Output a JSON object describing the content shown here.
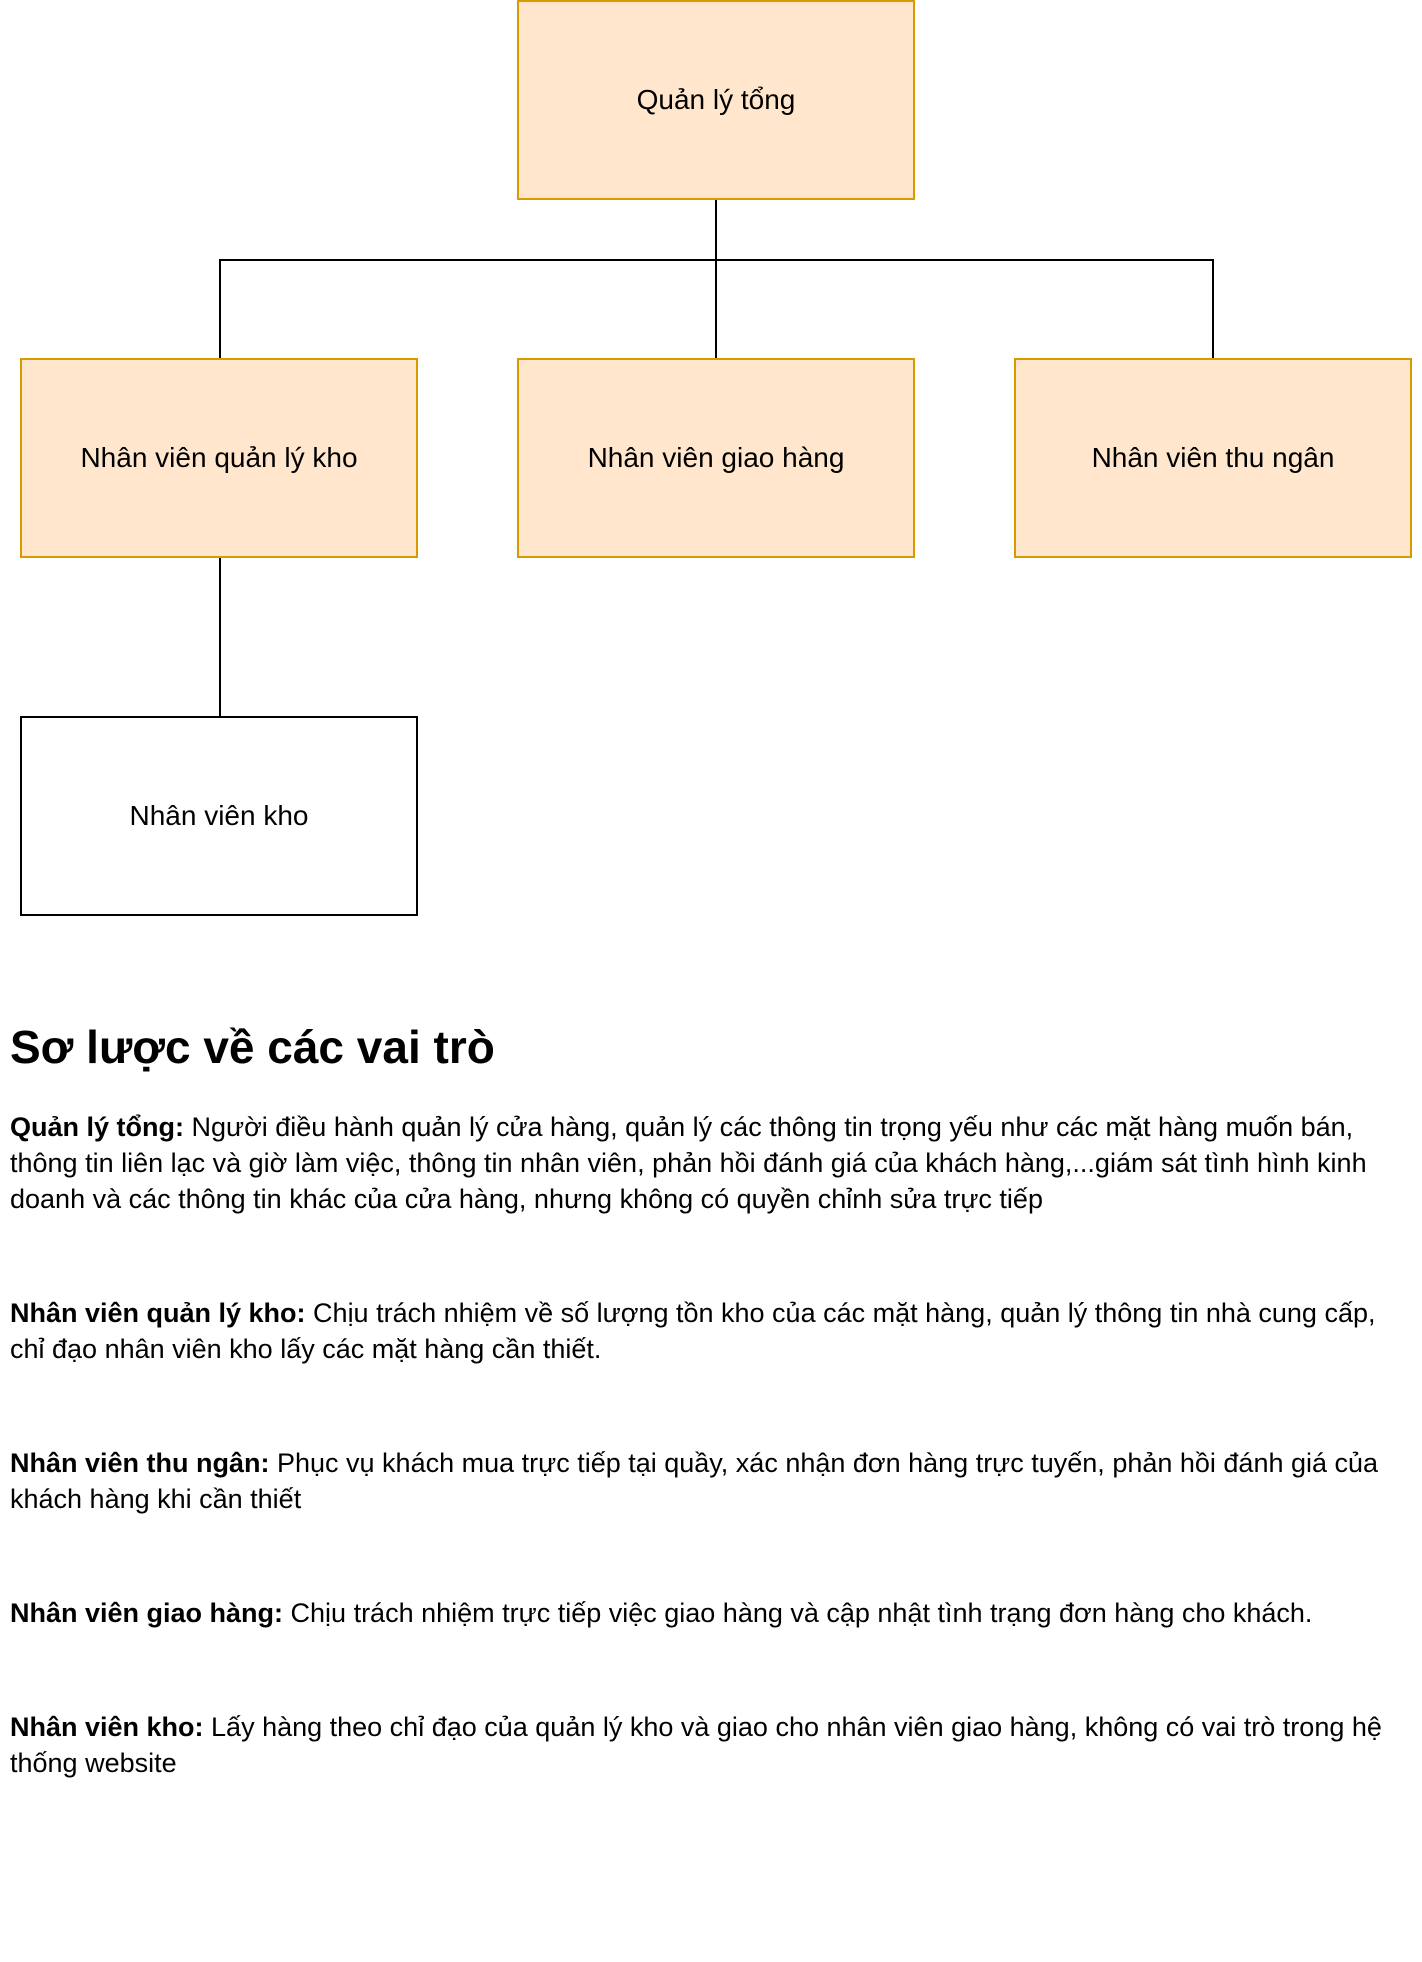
{
  "org_chart": {
    "top": {
      "label": "Quản lý tổng"
    },
    "level2": [
      {
        "label": "Nhân viên quản lý kho"
      },
      {
        "label": "Nhân viên giao hàng"
      },
      {
        "label": "Nhân viên thu ngân"
      }
    ],
    "level3": [
      {
        "label": "Nhân viên kho"
      }
    ],
    "colors": {
      "box_fill": "#ffe6cc",
      "box_border": "#d79b00",
      "plain_box_border": "#000000"
    }
  },
  "roles_section": {
    "heading": "Sơ lược về các vai trò",
    "items": [
      {
        "term": "Quản lý tổng:",
        "description": " Người điều hành quản lý cửa hàng, quản lý các thông tin trọng yếu như các mặt hàng muốn bán, thông tin liên lạc và giờ làm việc, thông tin nhân viên, phản hồi đánh giá của khách hàng,...giám sát tình hình kinh doanh và các thông tin khác của cửa hàng, nhưng không có quyền chỉnh sửa trực tiếp"
      },
      {
        "term": "Nhân viên quản lý kho:",
        "description": " Chịu trách nhiệm về số lượng tồn kho của các mặt hàng, quản lý thông tin nhà cung cấp, chỉ đạo nhân viên kho lấy các mặt hàng cần thiết."
      },
      {
        "term": "Nhân viên thu ngân:",
        "description": " Phục vụ khách mua trực tiếp tại quầy, xác nhận đơn hàng trực tuyến, phản hồi đánh giá của khách hàng khi cần thiết"
      },
      {
        "term": "Nhân viên giao hàng:",
        "description": " Chịu trách nhiệm trực tiếp việc giao hàng và cập nhật tình trạng đơn hàng cho khách."
      },
      {
        "term": "Nhân viên kho:",
        "description": " Lấy hàng theo chỉ đạo của quản lý kho và giao cho nhân viên giao hàng, không có vai trò trong hệ thống website"
      }
    ]
  }
}
